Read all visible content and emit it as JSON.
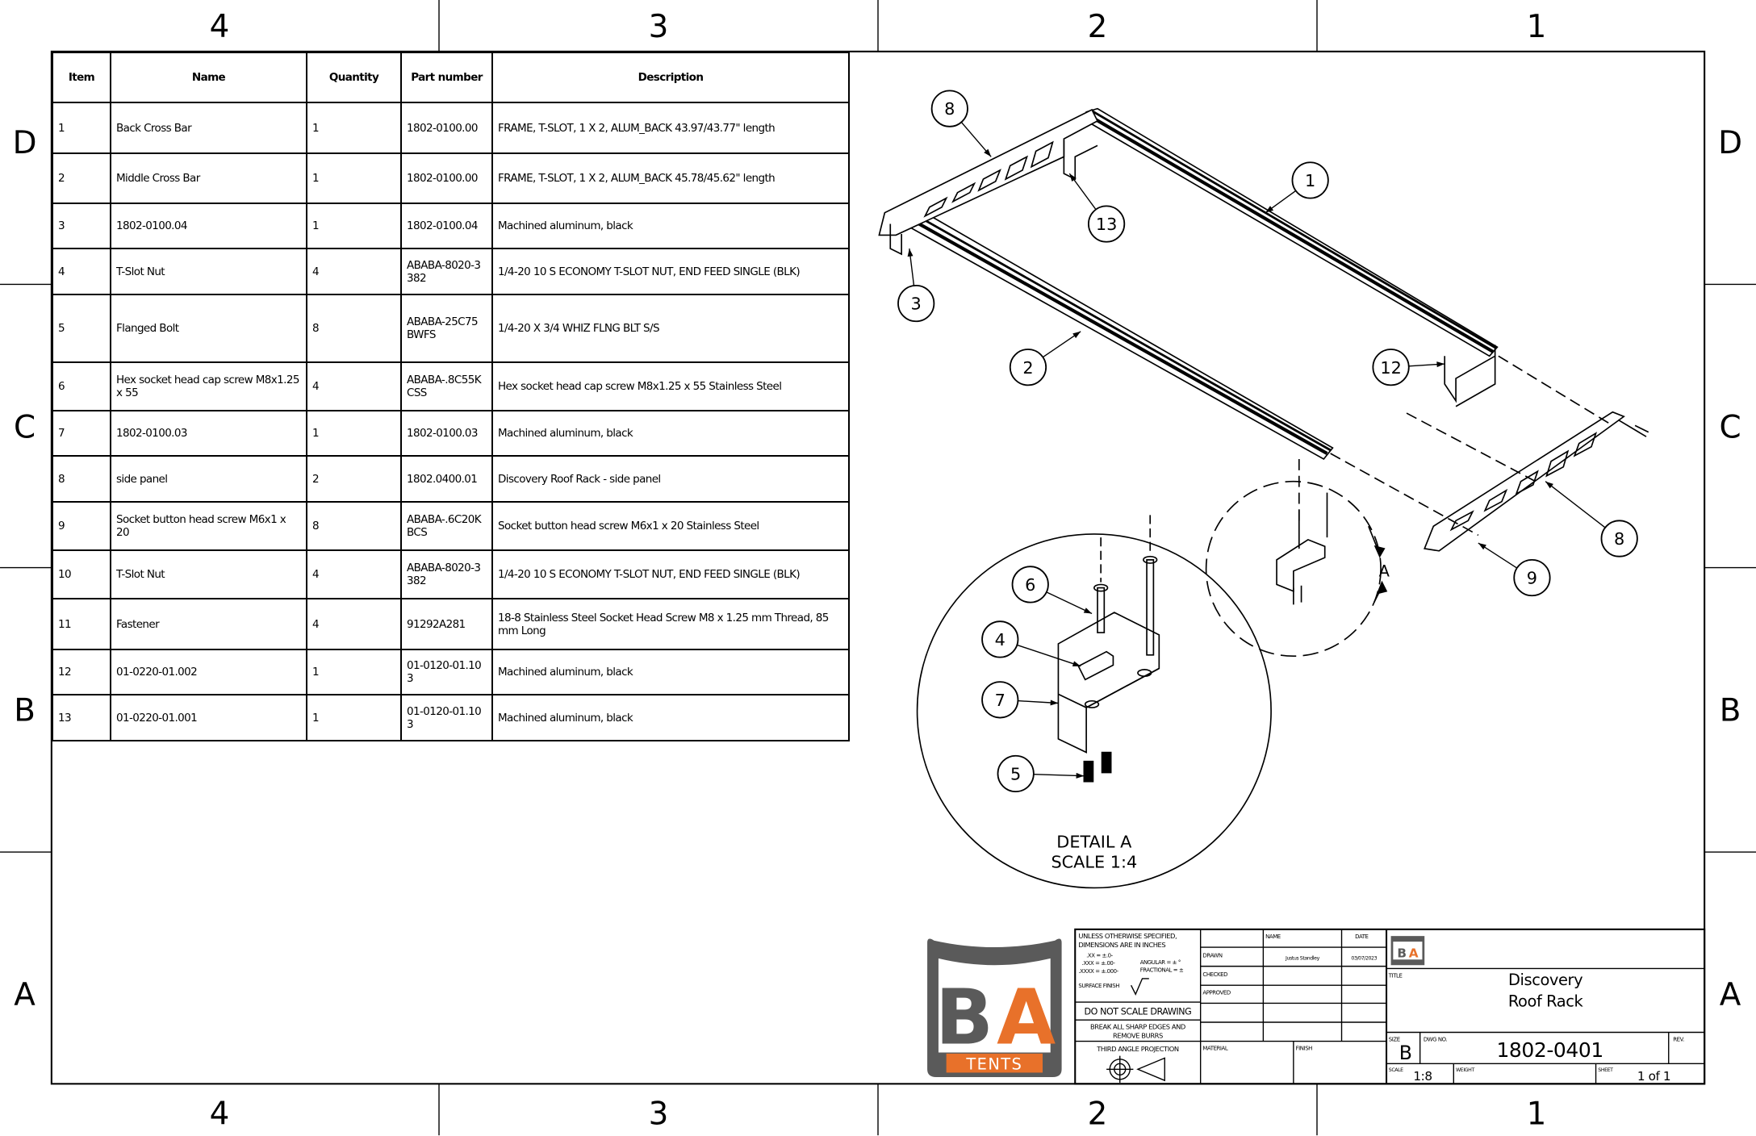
{
  "zones": {
    "columns": [
      "4",
      "3",
      "2",
      "1"
    ],
    "rows": [
      "D",
      "C",
      "B",
      "A"
    ]
  },
  "bom": {
    "headers": {
      "item": "Item",
      "name": "Name",
      "quantity": "Quantity",
      "part_number": "Part number",
      "description": "Description"
    },
    "rows": [
      {
        "item": "1",
        "name": "Back Cross Bar",
        "quantity": "1",
        "part_number": "1802-0100.00",
        "description": "FRAME, T-SLOT, 1 X 2,  ALUM_BACK 43.97/43.77\" length"
      },
      {
        "item": "2",
        "name": "Middle Cross Bar",
        "quantity": "1",
        "part_number": "1802-0100.00",
        "description": "FRAME, T-SLOT, 1 X 2,  ALUM_BACK 45.78/45.62\" length"
      },
      {
        "item": "3",
        "name": "1802-0100.04",
        "quantity": "1",
        "part_number": "1802-0100.04",
        "description": "Machined aluminum, black"
      },
      {
        "item": "4",
        "name": "T-Slot Nut",
        "quantity": "4",
        "part_number": "ABABA-8020-3 382",
        "description": "1/4-20 10 S ECONOMY T-SLOT NUT, END FEED SINGLE (BLK)"
      },
      {
        "item": "5",
        "name": "Flanged Bolt",
        "quantity": "8",
        "part_number": "ABABA-25C75 BWFS",
        "description": "1/4-20 X 3/4 WHIZ FLNG BLT S/S"
      },
      {
        "item": "6",
        "name": "Hex socket head cap screw M8x1.25 x 55",
        "quantity": "4",
        "part_number": "ABABA-.8C55K CSS",
        "description": "Hex socket head cap screw M8x1.25 x 55 Stainless Steel"
      },
      {
        "item": "7",
        "name": "1802-0100.03",
        "quantity": "1",
        "part_number": "1802-0100.03",
        "description": "Machined aluminum, black"
      },
      {
        "item": "8",
        "name": "side panel",
        "quantity": "2",
        "part_number": "1802.0400.01",
        "description": "Discovery Roof Rack - side panel"
      },
      {
        "item": "9",
        "name": "Socket button head screw M6x1 x 20",
        "quantity": "8",
        "part_number": "ABABA-.6C20K BCS",
        "description": "Socket button head screw M6x1 x 20 Stainless Steel"
      },
      {
        "item": "10",
        "name": "T-Slot Nut",
        "quantity": "4",
        "part_number": "ABABA-8020-3 382",
        "description": "1/4-20 10 S ECONOMY T-SLOT NUT, END FEED SINGLE (BLK)"
      },
      {
        "item": "11",
        "name": "Fastener",
        "quantity": "4",
        "part_number": "91292A281",
        "description": "18-8 Stainless Steel Socket Head Screw M8 x 1.25 mm Thread, 85 mm Long"
      },
      {
        "item": "12",
        "name": "01-0220-01.002",
        "quantity": "1",
        "part_number": "01-0120-01.10 3",
        "description": "Machined aluminum, black"
      },
      {
        "item": "13",
        "name": "01-0220-01.001",
        "quantity": "1",
        "part_number": "01-0120-01.10 3",
        "description": "Machined aluminum, black"
      }
    ]
  },
  "balloons": [
    "8",
    "13",
    "1",
    "3",
    "2",
    "12",
    "8",
    "9",
    "6",
    "4",
    "7",
    "5"
  ],
  "detail": {
    "view_letter": "A",
    "label": "DETAIL A",
    "scale": "SCALE 1:4"
  },
  "logo": {
    "letters": "BA",
    "word": "TENTS",
    "accent": "#e8712a",
    "frame": "#5a5a5a"
  },
  "title_block": {
    "tolerance_note_1": "UNLESS OTHERWISE SPECIFIED,",
    "tolerance_note_2": "DIMENSIONS ARE IN INCHES",
    "tol_xx": ".XX = ±.0-",
    "tol_xxx": ".XXX = ±.00-",
    "tol_xxxx": ".XXXX = ±.000-",
    "angular": "ANGULAR = ± °",
    "fractional": "FRACTIONAL = ±",
    "surface_finish": "SURFACE FINISH",
    "do_not_scale": "DO NOT SCALE DRAWING",
    "break_edges_1": "BREAK ALL SHARP EDGES AND",
    "break_edges_2": "REMOVE BURRS",
    "projection": "THIRD ANGLE PROJECTION",
    "name_header": "NAME",
    "date_header": "DATE",
    "drawn_label": "DRAWN",
    "drawn_name": "Justus Standley",
    "drawn_date": "03/07/2023",
    "checked_label": "CHECKED",
    "approved_label": "APPROVED",
    "material_label": "MATERIAL",
    "finish_label": "FINISH",
    "title_label": "TITLE",
    "title_line1": "Discovery",
    "title_line2": "Roof Rack",
    "size_label": "SIZE",
    "size": "B",
    "dwg_no_label": "DWG NO.",
    "dwg_no": "1802-0401",
    "rev_label": "REV.",
    "scale_label": "SCALE",
    "scale": "1:8",
    "weight_label": "WEIGHT",
    "sheet_label": "SHEET",
    "sheet": "1 of 1"
  }
}
